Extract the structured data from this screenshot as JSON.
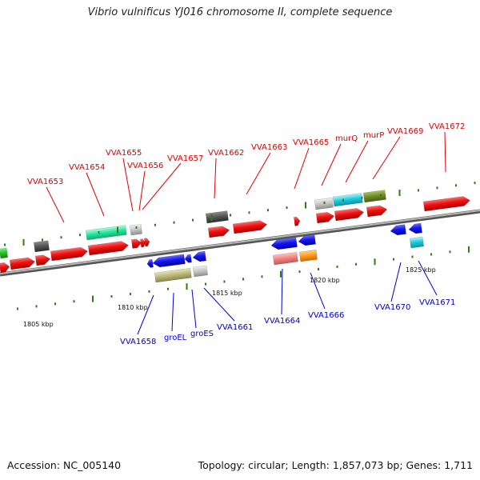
{
  "title": "Vibrio vulnificus YJ016 chromosome II, complete sequence",
  "footer": {
    "accession": "Accession: NC_005140",
    "info": "Topology: circular; Length: 1,857,073 bp; Genes: 1,711"
  },
  "colors": {
    "forward_label": "#dd0000",
    "reverse_label": "#0000cc",
    "backbone": "#888888",
    "tick": "#2e7d12"
  },
  "kbp_labels": [
    "1805 kbp",
    "1810 kbp",
    "1815 kbp",
    "1820 kbp",
    "1825 kbp"
  ],
  "forward_labels": [
    "VVA1653",
    "VVA1654",
    "VVA1655",
    "VVA1656",
    "VVA1657",
    "VVA1662",
    "VVA1663",
    "VVA1665",
    "murQ",
    "murP",
    "VVA1669",
    "VVA1672"
  ],
  "reverse_labels": [
    "VVA1658",
    "groEL",
    "groES",
    "VVA1661",
    "VVA1664",
    "VVA1666",
    "VVA1670",
    "VVA1671"
  ]
}
